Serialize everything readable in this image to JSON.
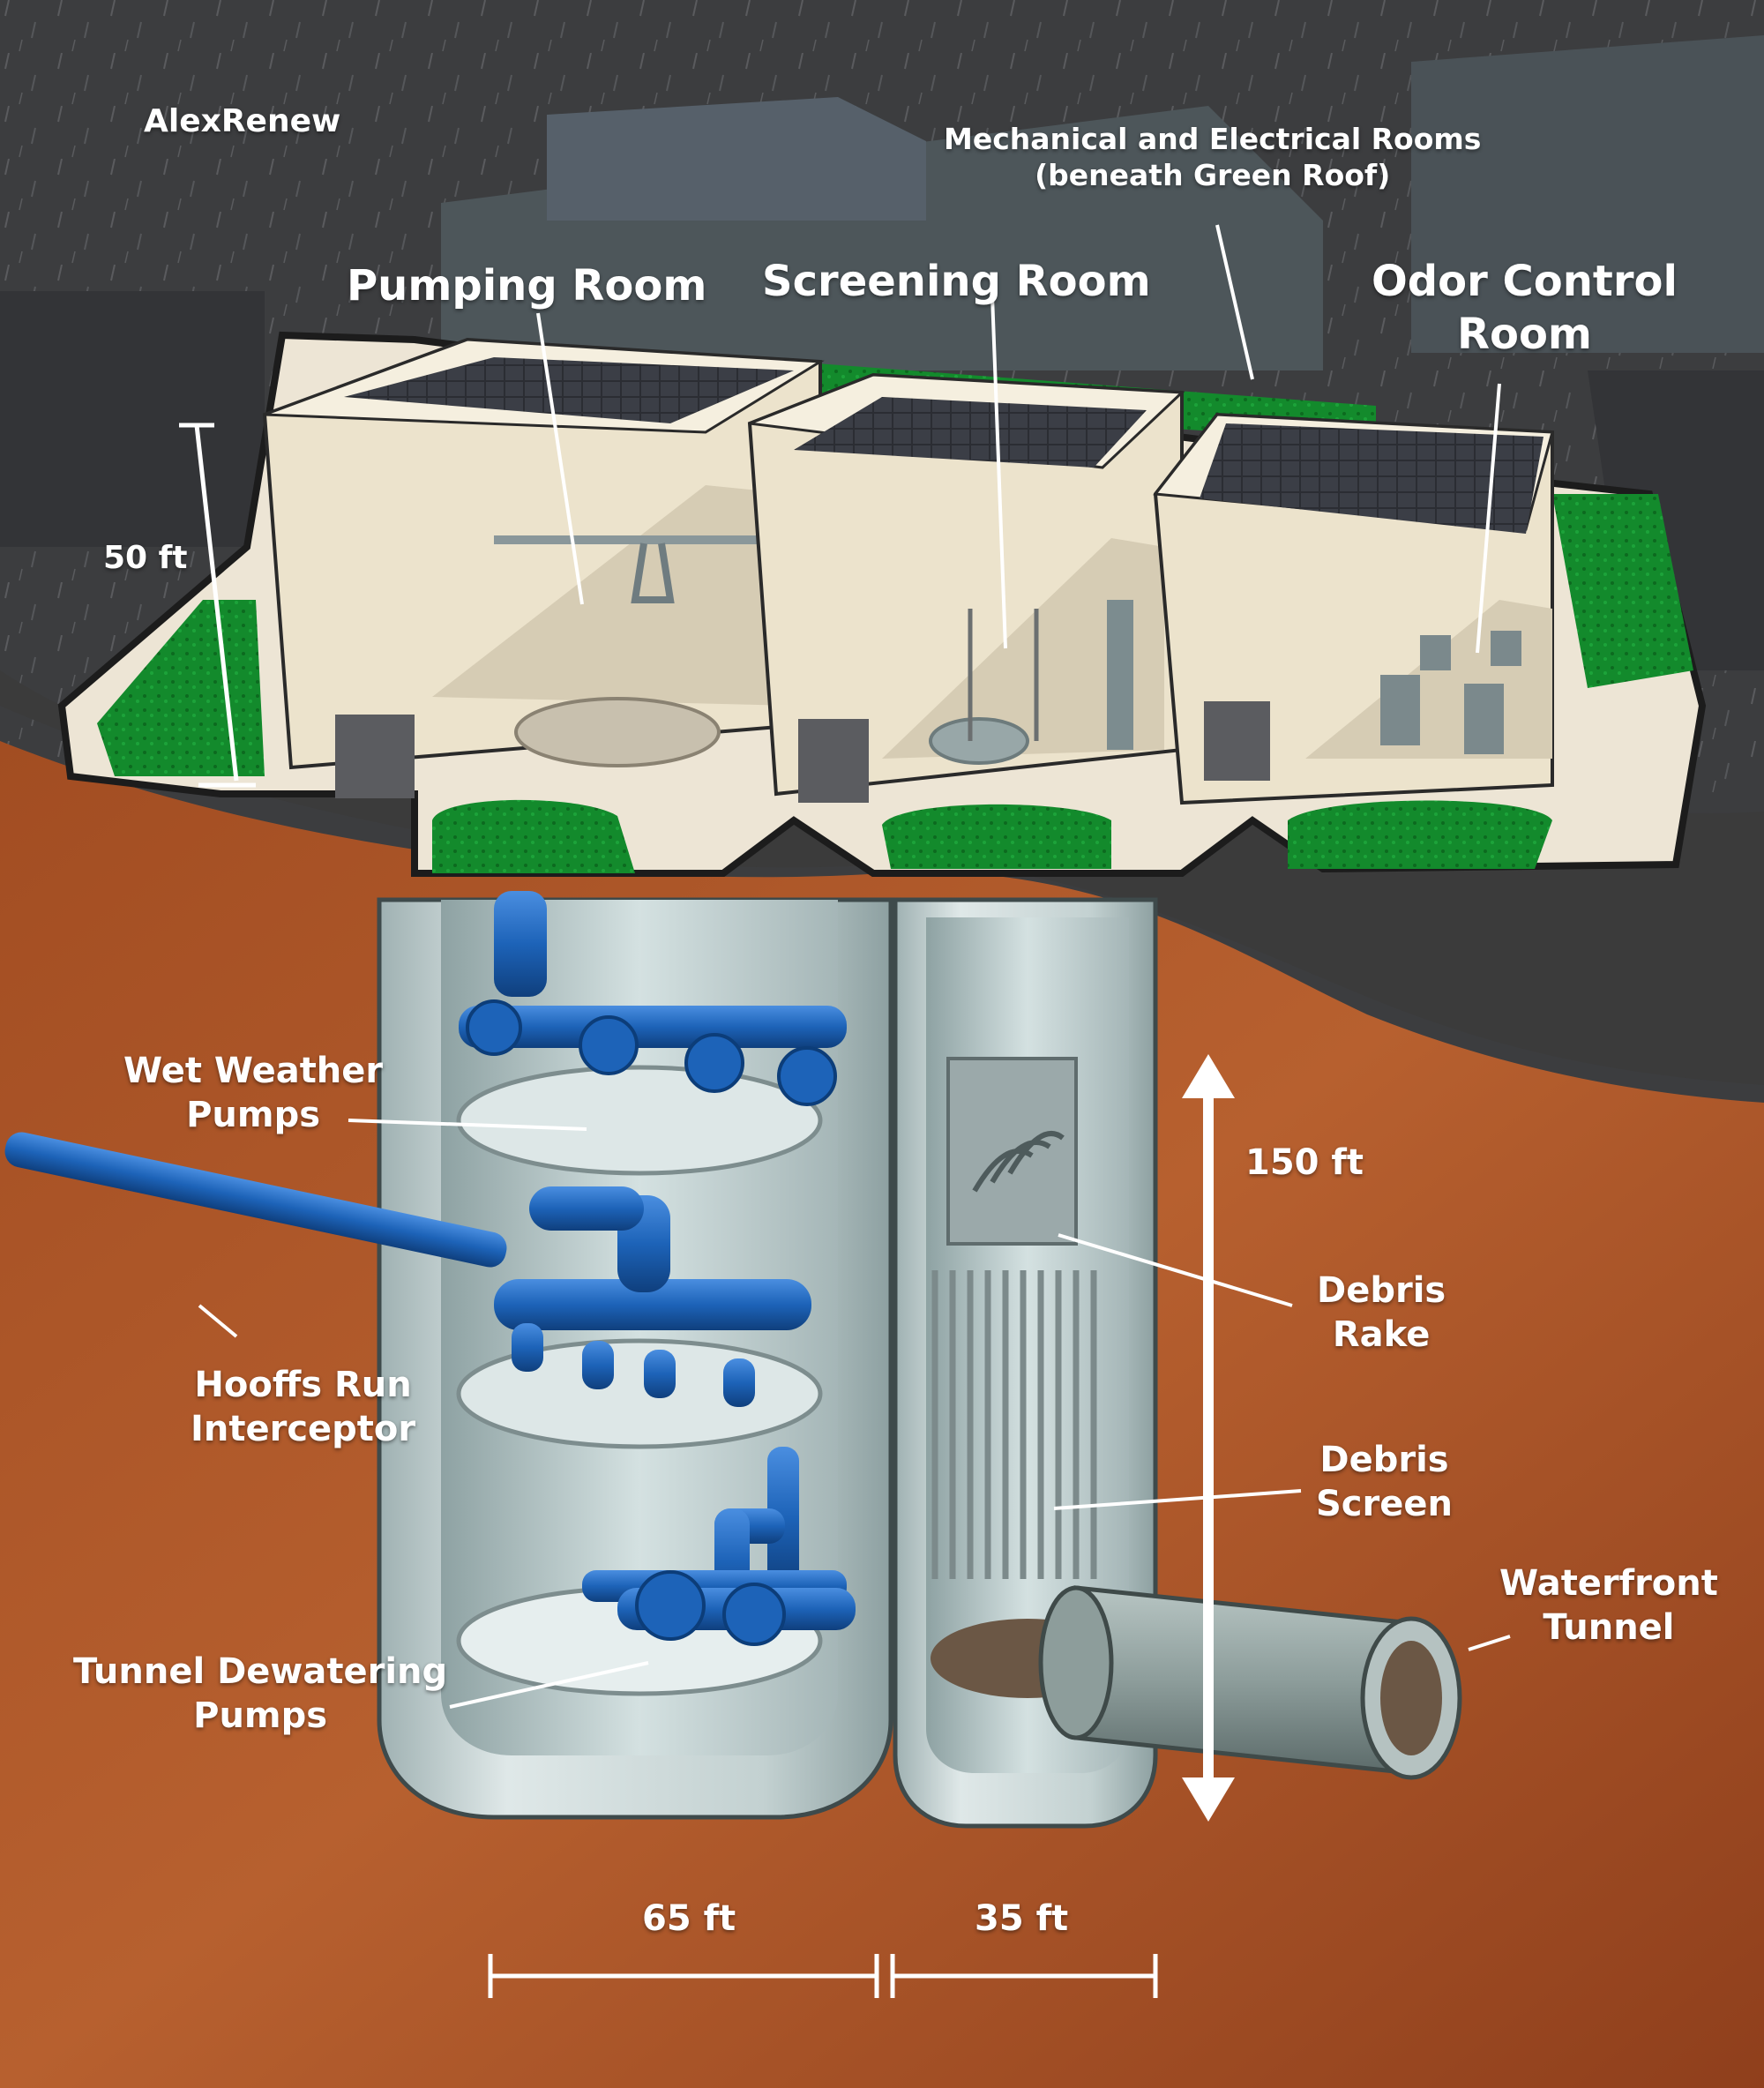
{
  "brand": "AlexRenew",
  "labels": {
    "mech_rooms": [
      "Mechanical and Electrical Rooms",
      "(beneath Green Roof)"
    ],
    "pumping_room": "Pumping Room",
    "screening_room": "Screening Room",
    "odor_control_room": [
      "Odor Control",
      "Room"
    ],
    "height_50": "50 ft",
    "wet_weather_pumps": [
      "Wet Weather",
      "Pumps"
    ],
    "hooffs_run": [
      "Hooffs Run",
      "Interceptor"
    ],
    "tunnel_dewatering": [
      "Tunnel Dewatering",
      "Pumps"
    ],
    "depth_150": "150 ft",
    "debris_rake": [
      "Debris",
      "Rake"
    ],
    "debris_screen": [
      "Debris",
      "Screen"
    ],
    "waterfront_tunnel": [
      "Waterfront",
      "Tunnel"
    ],
    "width_65": "65 ft",
    "width_35": "35 ft"
  },
  "colors": {
    "sky_rain": "#3c3d3f",
    "soil": "#b2582b",
    "building": "#ece3cc",
    "green_roof": "#138a2c",
    "solar_panel": "#2b2d33",
    "shaft_concrete": "#c5d2d2",
    "pipe_blue": "#1d63b8",
    "pavement": "#3b3b3b"
  }
}
